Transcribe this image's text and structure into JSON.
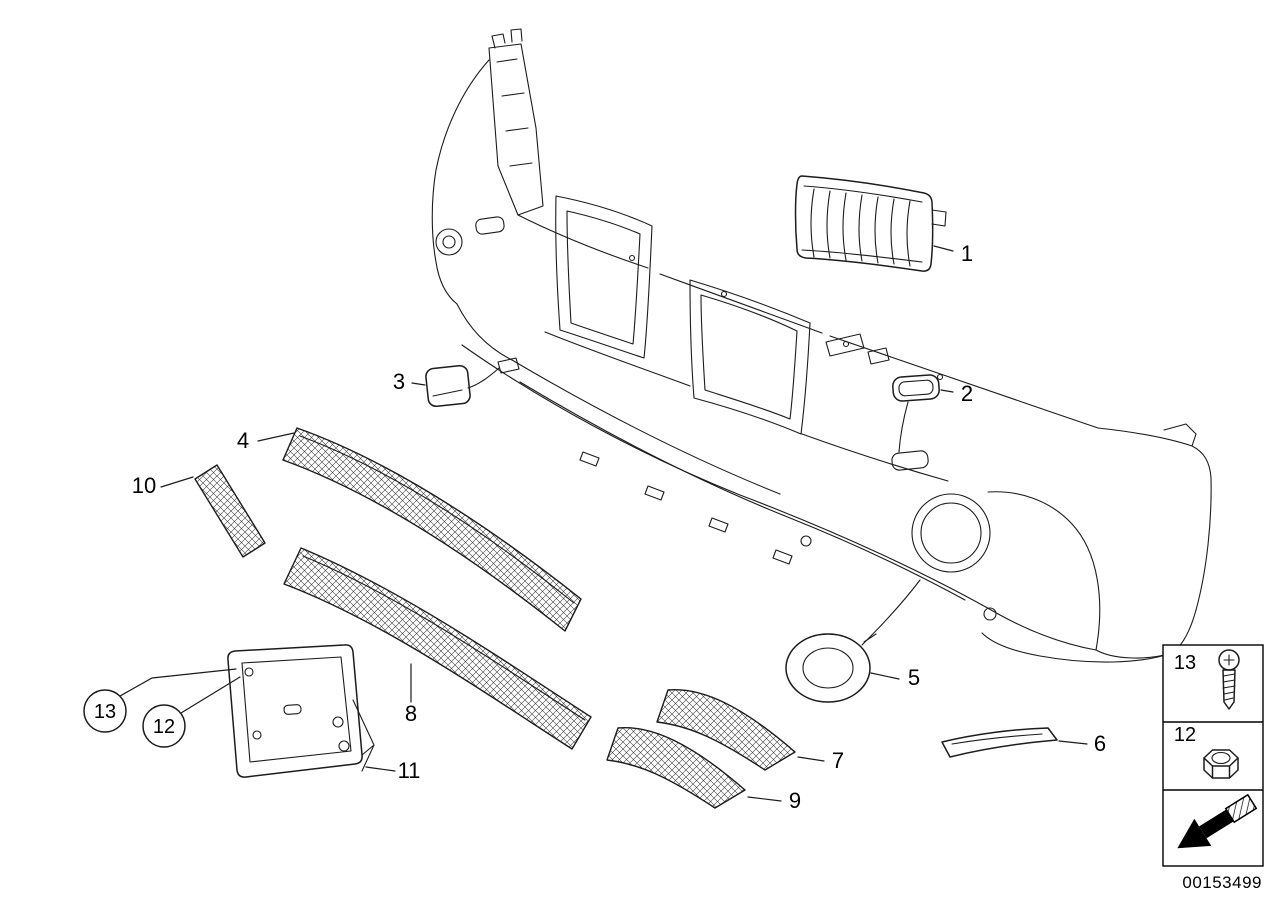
{
  "diagram": {
    "number": "00153499"
  },
  "callouts": {
    "n1": "1",
    "n2": "2",
    "n3": "3",
    "n4": "4",
    "n5": "5",
    "n6": "6",
    "n7": "7",
    "n8": "8",
    "n9": "9",
    "n10": "10",
    "n11": "11",
    "n12": "12",
    "n13": "13"
  },
  "legend": {
    "screw_label": "13",
    "nut_label": "12"
  },
  "colors": {
    "line": "#1c1c1c",
    "background": "#ffffff"
  }
}
